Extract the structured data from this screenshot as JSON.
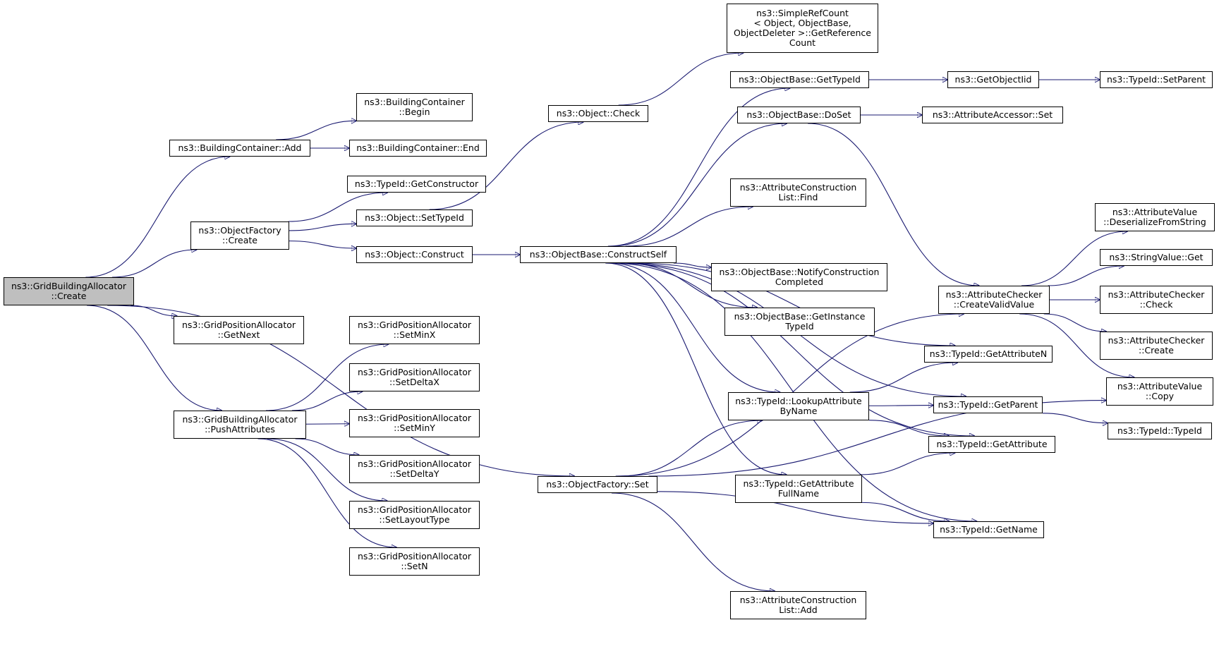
{
  "graph": {
    "accent_edge_color": "#191970",
    "root_fill": "#bfbfbf",
    "nodes": [
      {
        "id": "root",
        "label": "ns3::GridBuildingAllocator\n::Create",
        "root": true
      },
      {
        "id": "bc_add",
        "label": "ns3::BuildingContainer::Add"
      },
      {
        "id": "bc_begin",
        "label": "ns3::BuildingContainer\n::Begin"
      },
      {
        "id": "bc_end",
        "label": "ns3::BuildingContainer::End"
      },
      {
        "id": "of_create",
        "label": "ns3::ObjectFactory\n::Create"
      },
      {
        "id": "tid_getctor",
        "label": "ns3::TypeId::GetConstructor"
      },
      {
        "id": "obj_settypeid",
        "label": "ns3::Object::SetTypeId"
      },
      {
        "id": "obj_construct",
        "label": "ns3::Object::Construct"
      },
      {
        "id": "obj_check",
        "label": "ns3::Object::Check"
      },
      {
        "id": "srefcount",
        "label": "ns3::SimpleRefCount\n< Object, ObjectBase,\n ObjectDeleter >::GetReference\nCount"
      },
      {
        "id": "ob_gettypeid",
        "label": "ns3::ObjectBase::GetTypeId"
      },
      {
        "id": "getobjectiid",
        "label": "ns3::GetObjectIid"
      },
      {
        "id": "tid_setparent",
        "label": "ns3::TypeId::SetParent"
      },
      {
        "id": "ob_doset",
        "label": "ns3::ObjectBase::DoSet"
      },
      {
        "id": "aa_set",
        "label": "ns3::AttributeAccessor::Set"
      },
      {
        "id": "acl_find",
        "label": "ns3::AttributeConstruction\nList::Find"
      },
      {
        "id": "ob_constructself",
        "label": "ns3::ObjectBase::ConstructSelf"
      },
      {
        "id": "ob_notify",
        "label": "ns3::ObjectBase::NotifyConstruction\nCompleted"
      },
      {
        "id": "ob_getinst",
        "label": "ns3::ObjectBase::GetInstance\nTypeId"
      },
      {
        "id": "ac_createvalid",
        "label": "ns3::AttributeChecker\n::CreateValidValue"
      },
      {
        "id": "av_deser",
        "label": "ns3::AttributeValue\n::DeserializeFromString"
      },
      {
        "id": "sv_get",
        "label": "ns3::StringValue::Get"
      },
      {
        "id": "ac_check",
        "label": "ns3::AttributeChecker\n::Check"
      },
      {
        "id": "ac_create",
        "label": "ns3::AttributeChecker\n::Create"
      },
      {
        "id": "av_copy",
        "label": "ns3::AttributeValue\n::Copy"
      },
      {
        "id": "tid_getattrn",
        "label": "ns3::TypeId::GetAttributeN"
      },
      {
        "id": "tid_lookup",
        "label": "ns3::TypeId::LookupAttribute\nByName"
      },
      {
        "id": "tid_getparent",
        "label": "ns3::TypeId::GetParent"
      },
      {
        "id": "tid_typeid",
        "label": "ns3::TypeId::TypeId"
      },
      {
        "id": "tid_getattr",
        "label": "ns3::TypeId::GetAttribute"
      },
      {
        "id": "tid_getattrfull",
        "label": "ns3::TypeId::GetAttribute\nFullName"
      },
      {
        "id": "tid_getname",
        "label": "ns3::TypeId::GetName"
      },
      {
        "id": "acl_add",
        "label": "ns3::AttributeConstruction\nList::Add"
      },
      {
        "id": "of_set",
        "label": "ns3::ObjectFactory::Set"
      },
      {
        "id": "gpa_getnext",
        "label": "ns3::GridPositionAllocator\n::GetNext"
      },
      {
        "id": "gba_push",
        "label": "ns3::GridBuildingAllocator\n::PushAttributes"
      },
      {
        "id": "gpa_setminx",
        "label": "ns3::GridPositionAllocator\n::SetMinX"
      },
      {
        "id": "gpa_setdeltax",
        "label": "ns3::GridPositionAllocator\n::SetDeltaX"
      },
      {
        "id": "gpa_setminy",
        "label": "ns3::GridPositionAllocator\n::SetMinY"
      },
      {
        "id": "gpa_setdeltay",
        "label": "ns3::GridPositionAllocator\n::SetDeltaY"
      },
      {
        "id": "gpa_setlayout",
        "label": "ns3::GridPositionAllocator\n::SetLayoutType"
      },
      {
        "id": "gpa_setn",
        "label": "ns3::GridPositionAllocator\n::SetN"
      }
    ],
    "edges": [
      [
        "root",
        "bc_add"
      ],
      [
        "root",
        "of_create"
      ],
      [
        "root",
        "of_set"
      ],
      [
        "root",
        "gpa_getnext"
      ],
      [
        "root",
        "gba_push"
      ],
      [
        "bc_add",
        "bc_begin"
      ],
      [
        "bc_add",
        "bc_end"
      ],
      [
        "of_create",
        "tid_getctor"
      ],
      [
        "of_create",
        "obj_settypeid"
      ],
      [
        "of_create",
        "obj_construct"
      ],
      [
        "obj_settypeid",
        "obj_check"
      ],
      [
        "obj_check",
        "srefcount"
      ],
      [
        "obj_construct",
        "ob_constructself"
      ],
      [
        "ob_constructself",
        "ob_gettypeid"
      ],
      [
        "ob_constructself",
        "ob_doset"
      ],
      [
        "ob_constructself",
        "acl_find"
      ],
      [
        "ob_constructself",
        "ob_notify"
      ],
      [
        "ob_constructself",
        "ob_getinst"
      ],
      [
        "ob_constructself",
        "tid_getattrn"
      ],
      [
        "ob_constructself",
        "tid_getparent"
      ],
      [
        "ob_constructself",
        "tid_getattr"
      ],
      [
        "ob_constructself",
        "tid_getattrfull"
      ],
      [
        "ob_constructself",
        "tid_getname"
      ],
      [
        "ob_constructself",
        "tid_lookup"
      ],
      [
        "ob_gettypeid",
        "getobjectiid"
      ],
      [
        "getobjectiid",
        "tid_setparent"
      ],
      [
        "ob_doset",
        "aa_set"
      ],
      [
        "ob_doset",
        "ac_createvalid"
      ],
      [
        "ac_createvalid",
        "av_deser"
      ],
      [
        "ac_createvalid",
        "sv_get"
      ],
      [
        "ac_createvalid",
        "ac_check"
      ],
      [
        "ac_createvalid",
        "ac_create"
      ],
      [
        "ac_createvalid",
        "av_copy"
      ],
      [
        "tid_lookup",
        "tid_getattrn"
      ],
      [
        "tid_lookup",
        "tid_getparent"
      ],
      [
        "tid_lookup",
        "tid_getattr"
      ],
      [
        "tid_getattrfull",
        "tid_getattr"
      ],
      [
        "tid_getattrfull",
        "tid_getname"
      ],
      [
        "tid_getparent",
        "tid_typeid"
      ],
      [
        "of_set",
        "ac_createvalid"
      ],
      [
        "of_set",
        "tid_lookup"
      ],
      [
        "of_set",
        "tid_getname"
      ],
      [
        "of_set",
        "acl_add"
      ],
      [
        "of_set",
        "av_copy"
      ],
      [
        "gba_push",
        "gpa_setminx"
      ],
      [
        "gba_push",
        "gpa_setdeltax"
      ],
      [
        "gba_push",
        "gpa_setminy"
      ],
      [
        "gba_push",
        "gpa_setdeltay"
      ],
      [
        "gba_push",
        "gpa_setlayout"
      ],
      [
        "gba_push",
        "gpa_setn"
      ]
    ]
  }
}
